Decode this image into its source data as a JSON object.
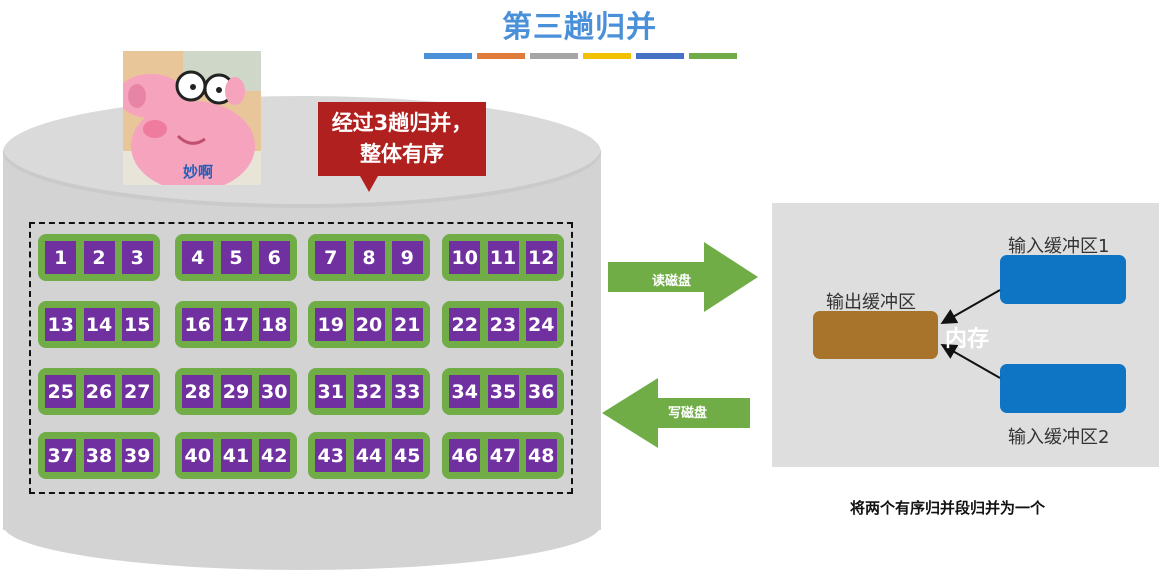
{
  "title": "第三趟归并",
  "title_stripe_colors": [
    "#4a90d9",
    "#e07b39",
    "#a5a5a5",
    "#f2c000",
    "#4472c4",
    "#70ad47"
  ],
  "meme": {
    "caption": "妙啊"
  },
  "callout": {
    "line1": "经过3趟归并，",
    "line2": "整体有序"
  },
  "disk": {
    "groups": [
      [
        "1",
        "2",
        "3"
      ],
      [
        "4",
        "5",
        "6"
      ],
      [
        "7",
        "8",
        "9"
      ],
      [
        "10",
        "11",
        "12"
      ],
      [
        "13",
        "14",
        "15"
      ],
      [
        "16",
        "17",
        "18"
      ],
      [
        "19",
        "20",
        "21"
      ],
      [
        "22",
        "23",
        "24"
      ],
      [
        "25",
        "26",
        "27"
      ],
      [
        "28",
        "29",
        "30"
      ],
      [
        "31",
        "32",
        "33"
      ],
      [
        "34",
        "35",
        "36"
      ],
      [
        "37",
        "38",
        "39"
      ],
      [
        "40",
        "41",
        "42"
      ],
      [
        "43",
        "44",
        "45"
      ],
      [
        "46",
        "47",
        "48"
      ]
    ]
  },
  "arrows": {
    "read": "读磁盘",
    "write": "写磁盘"
  },
  "memory": {
    "label": "内存",
    "output_buffer": "输出缓冲区",
    "input_buffer_1": "输入缓冲区1",
    "input_buffer_2": "输入缓冲区2"
  },
  "caption": "将两个有序归并段归并为一个"
}
